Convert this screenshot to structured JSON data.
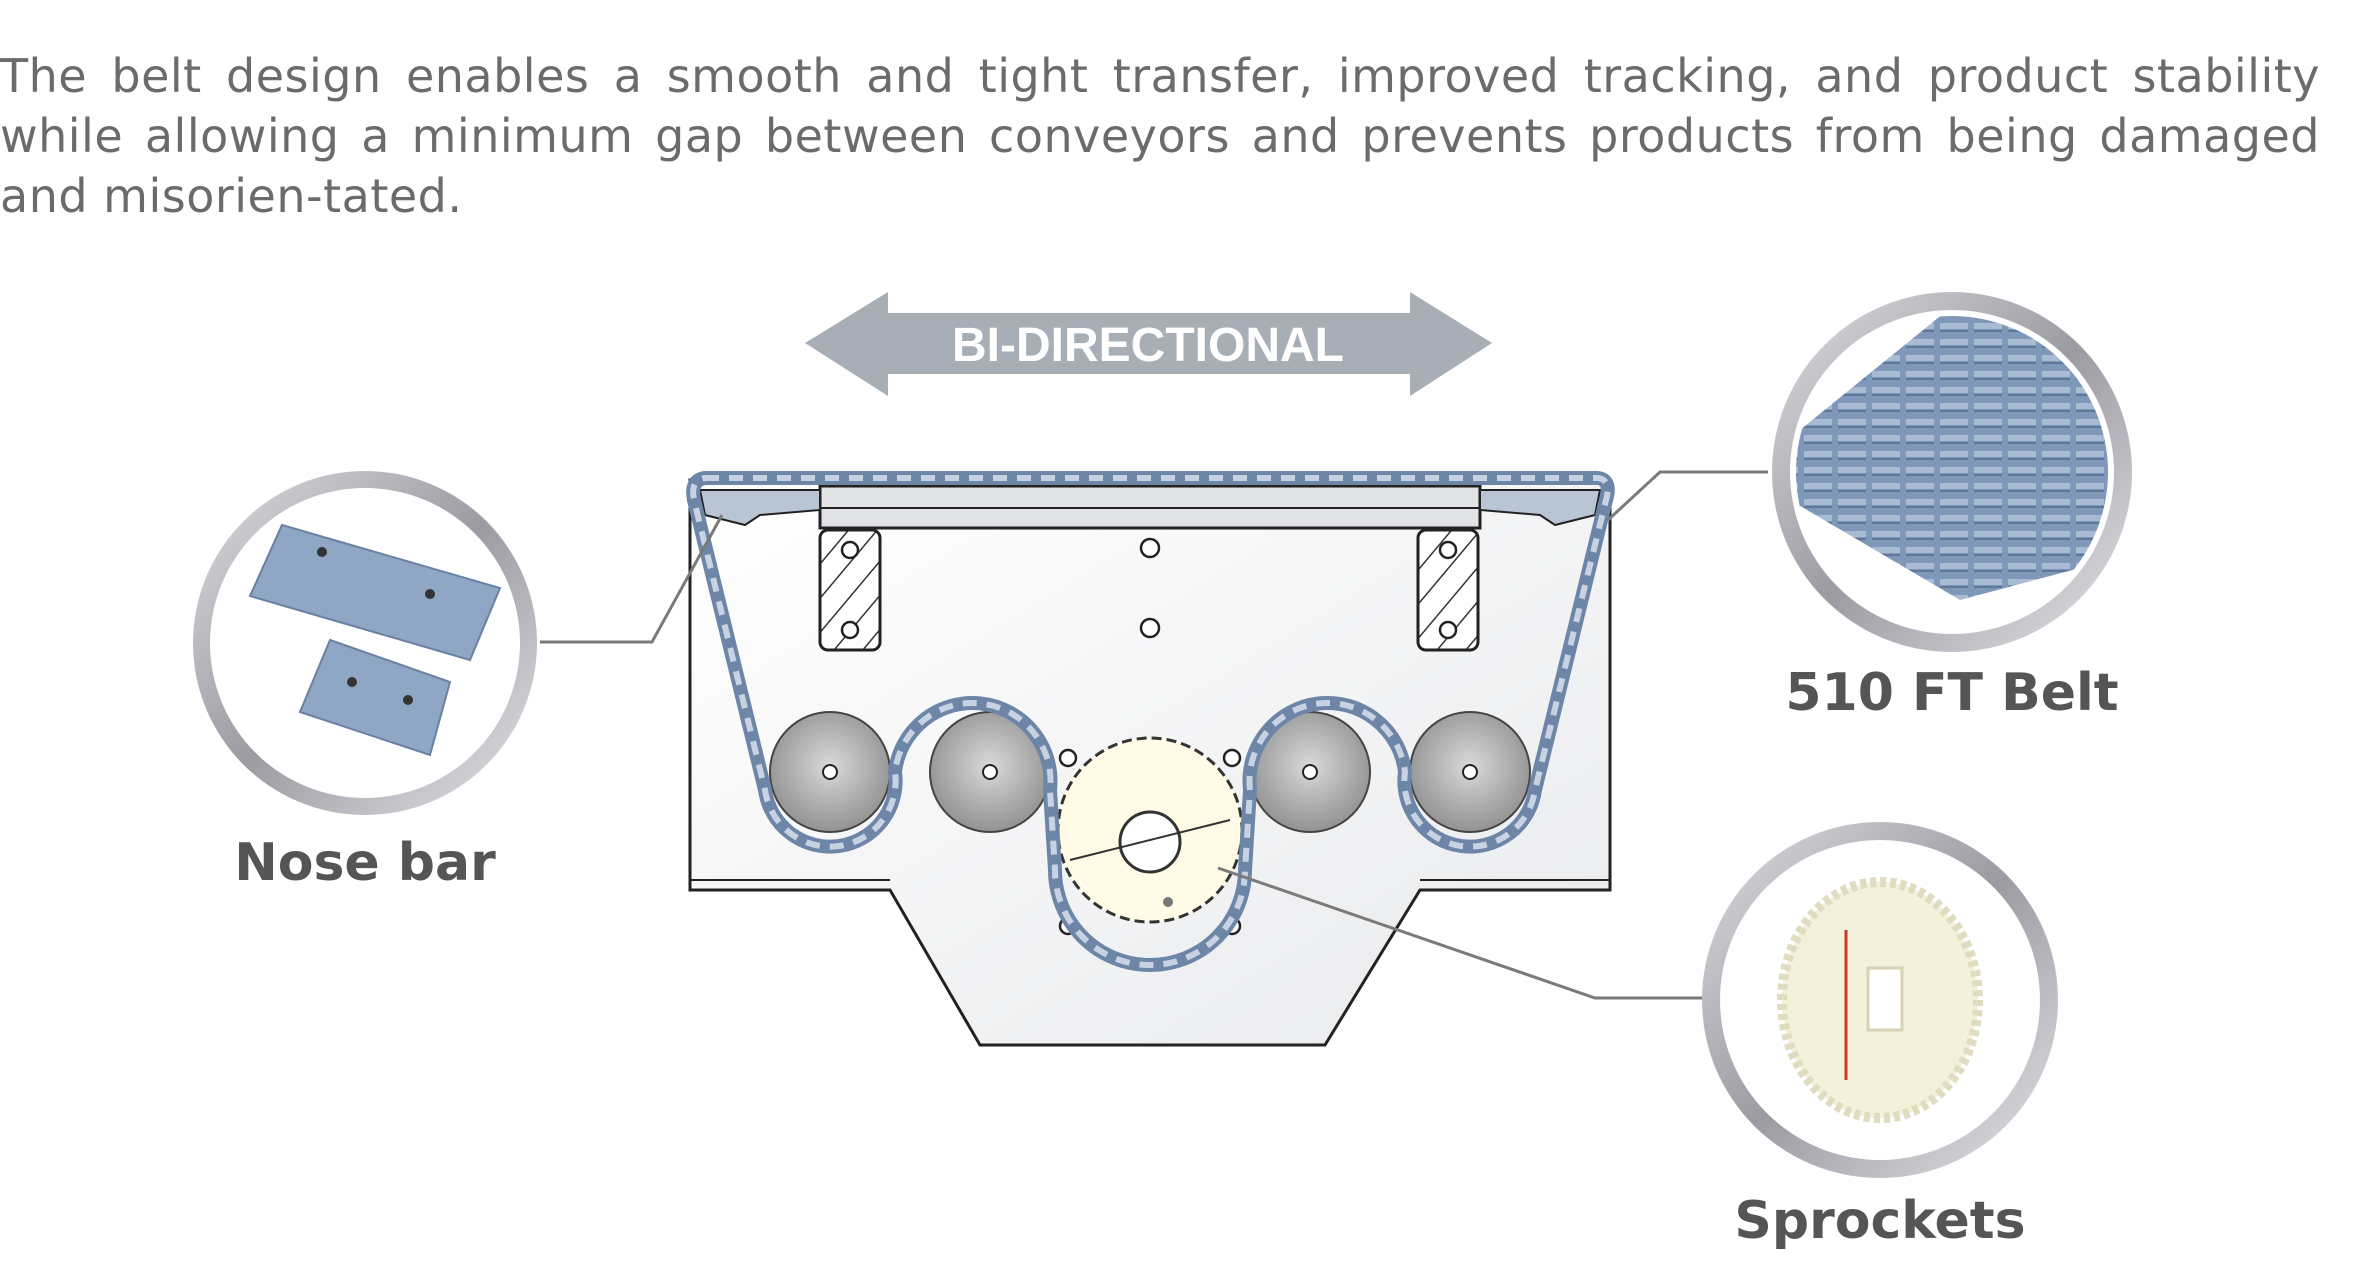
{
  "intro": {
    "text": "The belt design enables a smooth and tight transfer, improved tracking, and product stability while allowing a minimum gap between conveyors and prevents products from being damaged and misorien-tated."
  },
  "arrow": {
    "label": "BI-DIRECTIONAL",
    "color": "#a7aeb6"
  },
  "callouts": {
    "nose_bar": {
      "label": "Nose bar"
    },
    "belt": {
      "label": "510 FT Belt"
    },
    "sprockets": {
      "label": "Sprockets"
    }
  },
  "colors": {
    "belt": "#8fa6c4",
    "frame": "#f2f3f4",
    "roller": "#9a9a9a",
    "sprocket": "#fffbe6",
    "ring": "#b9b9bd",
    "label": "#555555",
    "text": "#6b6b6b"
  }
}
